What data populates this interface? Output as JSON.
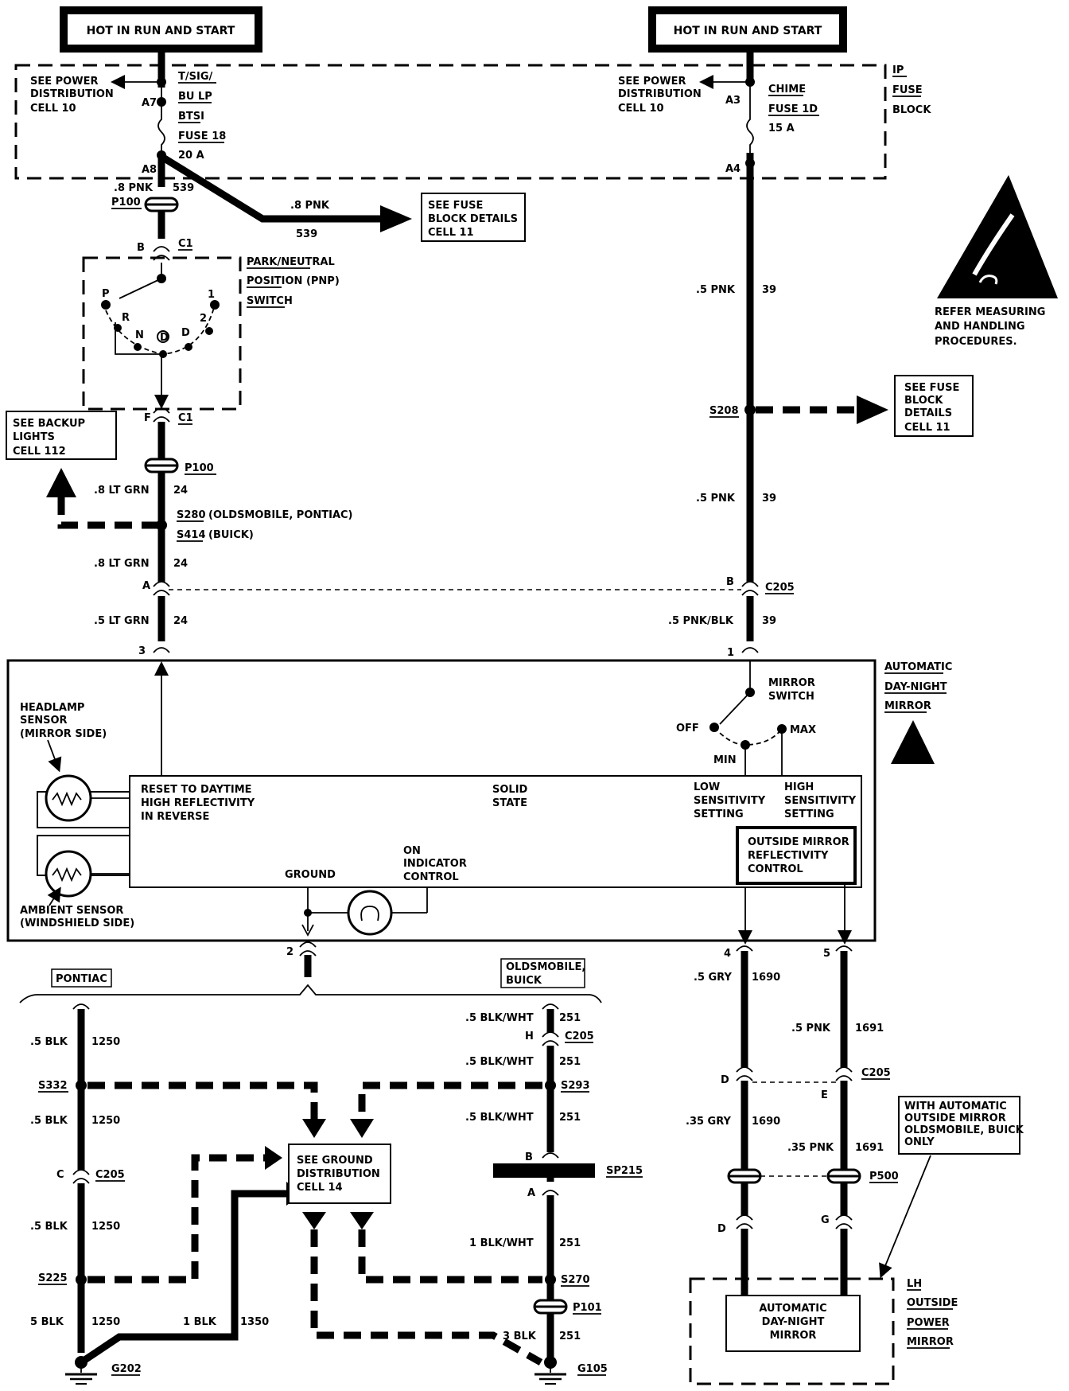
{
  "hot_labels": [
    "HOT IN RUN AND START",
    "HOT IN RUN AND START"
  ],
  "fuse_block": {
    "label_lines": [
      "IP",
      "FUSE",
      "BLOCK"
    ],
    "left": {
      "power_dist": [
        "SEE POWER",
        "DISTRIBUTION",
        "CELL 10"
      ],
      "fuse_lines": [
        "T/SIG/",
        "BU LP",
        "BTSI",
        "FUSE 18",
        "20 A"
      ],
      "pin_in": "A7",
      "pin_out": "A8"
    },
    "right": {
      "power_dist": [
        "SEE POWER",
        "DISTRIBUTION",
        "CELL 10"
      ],
      "fuse_lines": [
        "CHIME",
        "FUSE 1D",
        "15 A"
      ],
      "pin_in": "A3",
      "pin_out": "A4"
    }
  },
  "left_circuit": {
    "wire1": ".8 PNK",
    "wire1_num": "539",
    "p100": "P100",
    "branch_wire": ".8 PNK",
    "branch_num": "539",
    "fuse_details": [
      "SEE FUSE",
      "BLOCK DETAILS",
      "CELL 11"
    ],
    "c1_top_pin": "B",
    "c1": "C1",
    "pnp_label": [
      "PARK/NEUTRAL",
      "POSITION (PNP)",
      "SWITCH"
    ],
    "gears": [
      "P",
      "R",
      "N",
      "D",
      "D",
      "2",
      "1"
    ],
    "c1_bot_pin": "F",
    "c1_bot": "C1",
    "p100_b": "P100",
    "backup": [
      "SEE BACKUP",
      "LIGHTS",
      "CELL 112"
    ],
    "wire2": ".8 LT GRN",
    "wire2_num": "24",
    "s280": "S280",
    "s280_note": "(OLDSMOBILE, PONTIAC)",
    "s414": "S414",
    "s414_note": "(BUICK)",
    "wire3": ".8 LT GRN",
    "wire3_num": "24",
    "c205_pin": "A",
    "wire4": ".5 LT GRN",
    "wire4_num": "24",
    "mirror_pin": "3"
  },
  "right_circuit": {
    "wire1": ".5 PNK",
    "wire1_num": "39",
    "s208": "S208",
    "fuse_details": [
      "SEE FUSE",
      "BLOCK",
      "DETAILS",
      "CELL 11"
    ],
    "wire2": ".5 PNK",
    "wire2_num": "39",
    "c205_pin": "B",
    "c205": "C205",
    "wire3": ".5 PNK/BLK",
    "wire3_num": "39",
    "mirror_pin": "1"
  },
  "esd_note": [
    "REFER MEASURING",
    "AND HANDLING",
    "PROCEDURES."
  ],
  "mirror": {
    "label": [
      "AUTOMATIC",
      "DAY-NIGHT",
      "MIRROR"
    ],
    "headlamp": [
      "HEADLAMP",
      "SENSOR",
      "(MIRROR SIDE)"
    ],
    "ambient": [
      "AMBIENT SENSOR",
      "(WINDSHIELD SIDE)"
    ],
    "reset": [
      "RESET TO DAYTIME",
      "HIGH REFLECTIVITY",
      "IN REVERSE"
    ],
    "solid": [
      "SOLID",
      "STATE"
    ],
    "low": [
      "LOW",
      "SENSITIVITY",
      "SETTING"
    ],
    "high": [
      "HIGH",
      "SENSITIVITY",
      "SETTING"
    ],
    "outside": [
      "OUTSIDE MIRROR",
      "REFLECTIVITY",
      "CONTROL"
    ],
    "ground": "GROUND",
    "on_ind": [
      "ON",
      "INDICATOR",
      "CONTROL"
    ],
    "switch": [
      "MIRROR",
      "SWITCH"
    ],
    "off": "OFF",
    "min": "MIN",
    "max": "MAX",
    "pin_ground": "2",
    "pin4": "4",
    "pin5": "5"
  },
  "ground_section": {
    "pontiac": "PONTIAC",
    "olds": [
      "OLDSMOBILE,",
      "BUICK"
    ],
    "left_wires": [
      ".5 BLK",
      ".5 BLK",
      ".5 BLK",
      "5 BLK"
    ],
    "left_num": "1250",
    "s332": "S332",
    "s225": "S225",
    "c205_pin": "C",
    "c205": "C205",
    "g202": "G202",
    "blk1350": "1 BLK",
    "blk1350_num": "1350",
    "gnd_dist": [
      "SEE GROUND",
      "DISTRIBUTION",
      "CELL 14"
    ],
    "mid_wires": [
      ".5 BLK/WHT",
      ".5 BLK/WHT",
      ".5 BLK/WHT",
      "1 BLK/WHT"
    ],
    "mid_num": "251",
    "h": "H",
    "c205b": "C205",
    "s293": "S293",
    "b": "B",
    "sp215": "SP215",
    "a": "A",
    "s270": "S270",
    "p101": "P101",
    "blk3": "3 BLK",
    "blk3_num": "251",
    "g105": "G105"
  },
  "outside_section": {
    "w1690": ".5 GRY",
    "n1690": "1690",
    "w1691": ".5 PNK",
    "n1691": "1691",
    "d": "D",
    "e": "E",
    "c205": "C205",
    "w35g": ".35 GRY",
    "n35g": "1690",
    "w35p": ".35 PNK",
    "n35p": "1691",
    "p500": "P500",
    "d2": "D",
    "g": "G",
    "with_auto": [
      "WITH AUTOMATIC",
      "OUTSIDE MIRROR",
      "OLDSMOBILE, BUICK",
      "ONLY"
    ],
    "lh": [
      "LH",
      "OUTSIDE",
      "POWER",
      "MIRROR"
    ],
    "auto_mirror": [
      "AUTOMATIC",
      "DAY-NIGHT",
      "MIRROR"
    ]
  }
}
